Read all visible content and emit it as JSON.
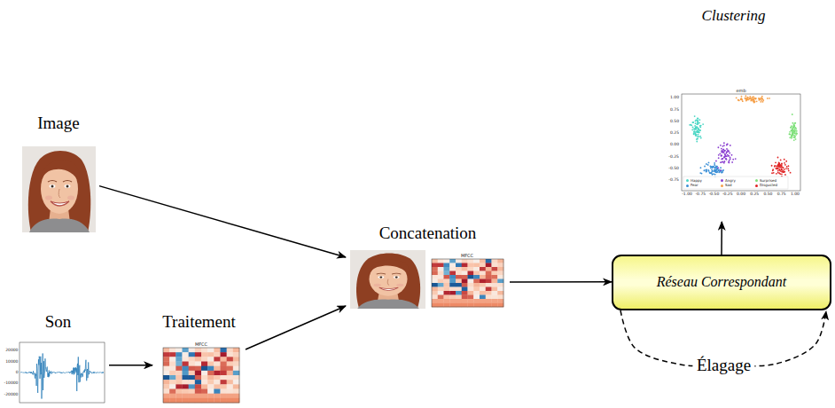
{
  "diagram": {
    "nodes": [
      {
        "text": [
          "Image"
        ]
      },
      {
        "text": [
          "Son"
        ]
      },
      {
        "text": [
          "Traitement"
        ]
      },
      {
        "text": [
          "Concatenation"
        ]
      },
      {
        "text": [
          "Réseau Correspondant"
        ]
      },
      {
        "text": [
          "Clustering"
        ]
      }
    ],
    "edges": [
      {
        "from": 0,
        "to": 3,
        "arrow": "to"
      },
      {
        "from": 1,
        "to": 2,
        "arrow": "to"
      },
      {
        "from": 2,
        "to": 3,
        "arrow": "to"
      },
      {
        "from": 3,
        "to": 4,
        "arrow": "to"
      },
      {
        "from": 4,
        "to": 5,
        "arrow": "to"
      },
      {
        "from": 4,
        "to": 4,
        "label": "Élagage",
        "arrow": "to"
      }
    ],
    "labels": [
      "emb",
      "1.00",
      "0.75",
      "0.50",
      "0.25",
      "0.00",
      "-0.25",
      "-0.50",
      "-0.75",
      "-1.00",
      "-0.75",
      "-0.50",
      "-0.25",
      "0.00",
      "0.25",
      "0.50",
      "0.75",
      "1.00",
      "20000",
      "10000",
      "0",
      "-10000",
      "-20000",
      "MFCC",
      "MFCC"
    ],
    "legend": [
      {
        "text": "Happy",
        "color": "#49d6c4"
      },
      {
        "text": "Fear",
        "color": "#3a8fd6"
      },
      {
        "text": "Angry",
        "color": "#8a3fd0"
      },
      {
        "text": "Sad",
        "color": "#f5a04a"
      },
      {
        "text": "Surprised",
        "color": "#7ee07a"
      },
      {
        "text": "Disgusted",
        "color": "#e02424"
      }
    ]
  }
}
